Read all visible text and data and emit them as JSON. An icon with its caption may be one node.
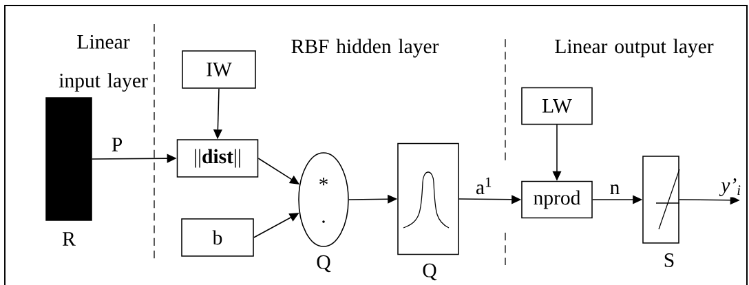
{
  "diagram": {
    "nodes": [
      {
        "text": [],
        "shape": "bar",
        "beside": [
          "R"
        ]
      },
      {
        "text": [
          "IW"
        ]
      },
      {
        "text": [
          "||**dist**||"
        ]
      },
      {
        "text": [
          "b"
        ]
      },
      {
        "text": [
          "*",
          "."
        ],
        "beside": [
          "Q"
        ]
      },
      {
        "text": [],
        "shape": "box",
        "beside": [
          "Q"
        ]
      },
      {
        "text": [
          "LW"
        ]
      },
      {
        "text": [
          "nprod"
        ]
      },
      {
        "text": [],
        "shape": "box",
        "beside": [
          "S"
        ]
      }
    ],
    "edges": [
      {
        "from": 0,
        "to": 2,
        "arrow": "to",
        "label": "P"
      },
      {
        "from": 1,
        "to": 2,
        "arrow": "to"
      },
      {
        "from": 2,
        "to": 4,
        "arrow": "to"
      },
      {
        "from": 3,
        "to": 4,
        "arrow": "to"
      },
      {
        "from": 4,
        "to": 5,
        "arrow": "to"
      },
      {
        "from": 5,
        "to": 7,
        "arrow": "to",
        "label": "a$^{1}$"
      },
      {
        "from": 6,
        "to": 7,
        "arrow": "to"
      },
      {
        "from": 7,
        "to": 8,
        "arrow": "to",
        "label": "n"
      },
      {
        "from": 8,
        "to": null,
        "arrow": "to",
        "label": "y’$_{i}$"
      }
    ],
    "labels": [
      "Linear input layer",
      "RBF hidden layer",
      "Linear output layer"
    ]
  }
}
